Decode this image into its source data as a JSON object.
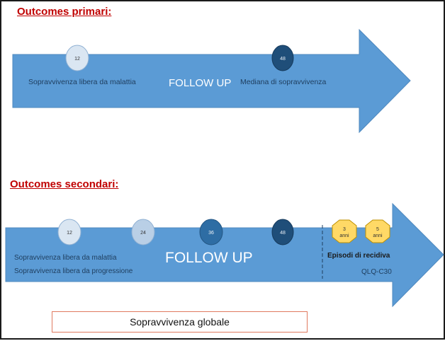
{
  "primary": {
    "title": "Outcomes primari:",
    "label_left": "Sopravvivenza libera da malattia",
    "center": "FOLLOW UP",
    "label_right": "Mediana di sopravvivenza",
    "milestones": [
      "12",
      "48"
    ]
  },
  "secondary": {
    "title": "Outcomes secondari:",
    "label_line1": "Sopravvivenza libera da malattia",
    "label_line2": "Sopravvivenza libera da progressione",
    "center": "FOLLOW UP",
    "milestones": [
      "12",
      "24",
      "36",
      "48"
    ],
    "years": [
      {
        "num": "3",
        "unit": "anni"
      },
      {
        "num": "5",
        "unit": "anni"
      }
    ],
    "recurrence": "Episodi di recidiva",
    "qlq": "QLQ-C30"
  },
  "global_box": "Sopravvivenza globale",
  "colors": {
    "arrow": "#5b9bd5",
    "title_red": "#c00000",
    "milestone_light": "#dae6f2",
    "milestone_mid": "#b9cfe6",
    "milestone_blue": "#2e6da4",
    "milestone_dark": "#1f4e79",
    "year_fill": "#ffd966",
    "year_stroke": "#bf9000",
    "box_border": "#e07a5f"
  }
}
